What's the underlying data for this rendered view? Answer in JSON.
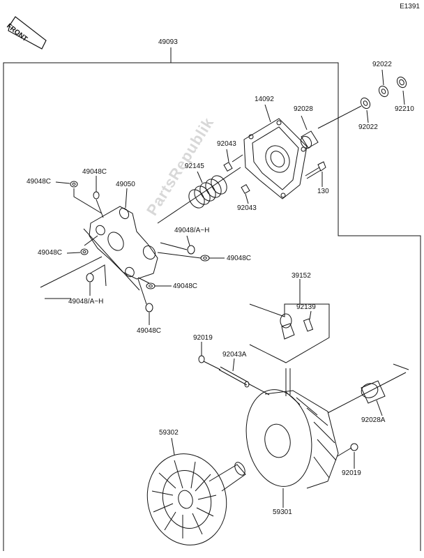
{
  "diagram_code": "E1391",
  "direction_label": "FRONT",
  "watermark": "PartsRepublik",
  "labels": {
    "p49093": "49093",
    "p92022a": "92022",
    "p92022b": "92022",
    "p92210": "92210",
    "p14092": "14092",
    "p92028": "92028",
    "p92043a": "92043",
    "p92043b": "92043",
    "p130": "130",
    "p92145": "92145",
    "p49048c_1": "49048C",
    "p49048c_2": "49048C",
    "p49050": "49050",
    "p49048ah_1": "49048/A~H",
    "p49048c_3": "49048C",
    "p49048c_4": "49048C",
    "p49048c_5": "49048C",
    "p49048ah_2": "49048/A~H",
    "p49048c_6": "49048C",
    "p39152": "39152",
    "p92139": "92139",
    "p92019a": "92019",
    "p92043A": "92043A",
    "p92028A": "92028A",
    "p59302": "59302",
    "p92019b": "92019",
    "p59301": "59301"
  }
}
